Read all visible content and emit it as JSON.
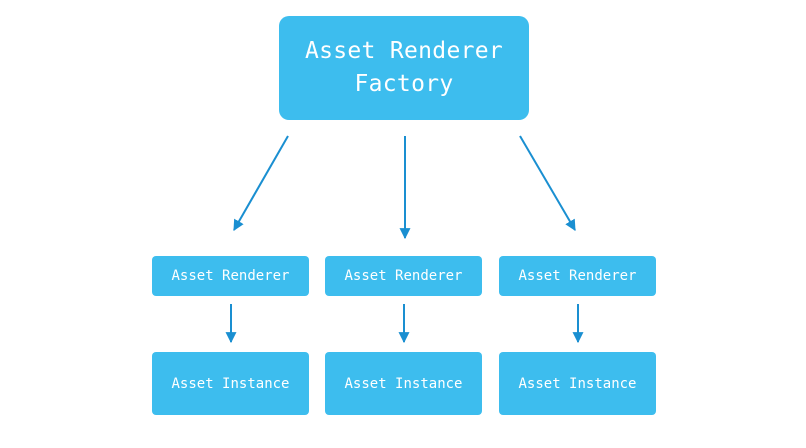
{
  "colors": {
    "node_fill": "#3dbdee",
    "node_text": "#ffffff",
    "arrow": "#1a8fd1",
    "background": "#ffffff"
  },
  "factory": {
    "label": "Asset Renderer Factory"
  },
  "renderers": [
    {
      "label": "Asset Renderer"
    },
    {
      "label": "Asset Renderer"
    },
    {
      "label": "Asset Renderer"
    }
  ],
  "instances": [
    {
      "label": "Asset Instance"
    },
    {
      "label": "Asset Instance"
    },
    {
      "label": "Asset Instance"
    }
  ]
}
